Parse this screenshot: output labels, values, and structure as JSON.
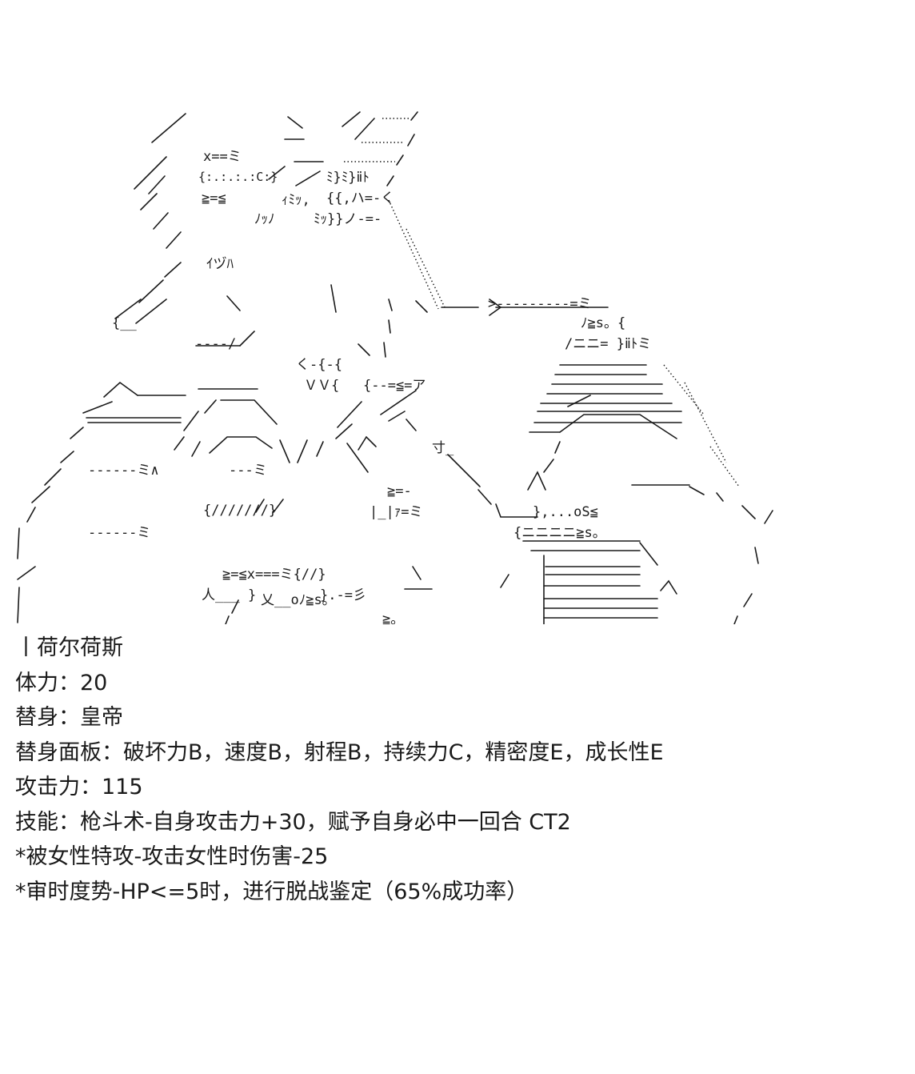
{
  "character": {
    "name_line": "丨荷尔荷斯",
    "hp_line": "体力：20",
    "stand_line": "替身：皇帝",
    "stand_panel_line": "替身面板：破坏力B，速度B，射程B，持续力C，精密度E，成长性E",
    "attack_line": "攻击力：115",
    "skill_line": "技能：枪斗术-自身攻击力+30，赋予自身必中一回合 CT2",
    "passive_1_line": "*被女性特攻-攻击女性时伤害-25",
    "passive_2_line": "*审时度势-HP<=5时，进行脱战鉴定（65%成功率）"
  },
  "ascii_art": {
    "fragments": [
      "x==ミ",
      "{:.:.:.:C:}",
      "≧=≦",
      "ﾐ}ﾐ}ⅱﾄ",
      "ｨﾐｯ,",
      "{{,ハ=-く",
      "ﾉｯﾉ",
      "ﾐｯ}}ノ-=-",
      "ｲヅﾊ",
      "{__",
      "----/",
      "く-{-{",
      "ＶＶ{",
      "{--=≦=ア",
      "寸_",
      "ﾉ≧s。{",
      "/ニニ= }ⅱﾄミ",
      "------ミ∧",
      "---ミ",
      "≧=-",
      "{///////}",
      "|_|ｧ=ミ",
      "------ミ",
      "≧=≦x===ミ{//}",
      "{ニニニニ≧s。",
      "人___ }",
      "}.-=彡",
      "乂__oﾉ≧s。",
      "≧。",
      ">---------=ミ",
      "},...oS≦"
    ]
  }
}
